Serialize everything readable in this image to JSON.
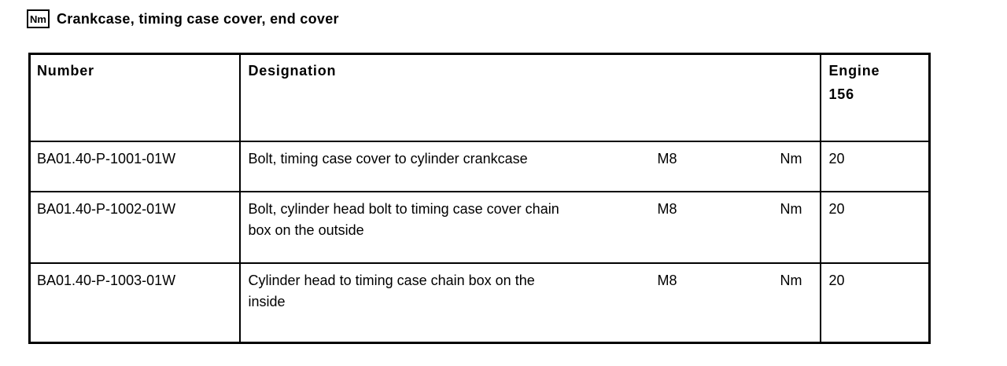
{
  "page": {
    "icon_label": "Nm",
    "title": "Crankcase, timing case cover, end cover"
  },
  "table": {
    "headers": {
      "number": "Number",
      "designation": "Designation",
      "engine_line1": "Engine",
      "engine_line2": "156"
    },
    "rows": [
      {
        "number": "BA01.40-P-1001-01W",
        "designation_lines": [
          "Bolt, timing case cover to cylinder crankcase"
        ],
        "thread_size": "M8",
        "unit": "Nm",
        "engine_value": "20"
      },
      {
        "number": "BA01.40-P-1002-01W",
        "designation_lines": [
          "Bolt, cylinder head bolt to timing case cover chain",
          "box on the outside"
        ],
        "thread_size": "M8",
        "unit": "Nm",
        "engine_value": "20"
      },
      {
        "number": "BA01.40-P-1003-01W",
        "designation_lines": [
          "Cylinder head to timing case chain box on the",
          "inside"
        ],
        "thread_size": "M8",
        "unit": "Nm",
        "engine_value": "20"
      }
    ]
  }
}
